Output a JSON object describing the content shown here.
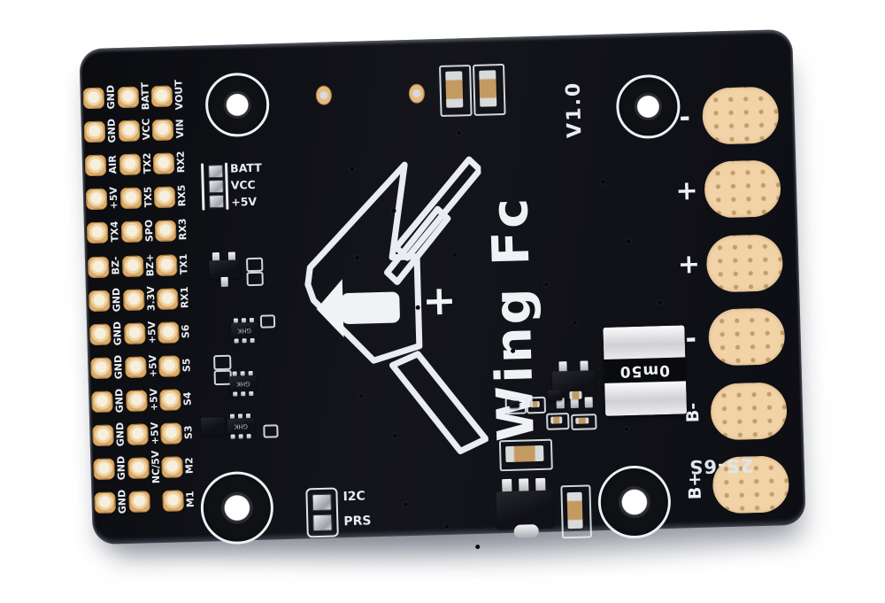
{
  "product": {
    "name": "Wing Fc",
    "version": "V1.0",
    "battery_range": "2S-6S",
    "shunt_marking": "0m50",
    "logo_plus": "+",
    "chip_marking": "GHK"
  },
  "left_pin_grid": {
    "rows": [
      [
        "GND",
        "BATT",
        "VOUT"
      ],
      [
        "GND",
        "VCC",
        "VIN"
      ],
      [
        "AIR",
        "TX2",
        "RX2"
      ],
      [
        "+5V",
        "TX5",
        "RX5"
      ],
      [
        "TX4",
        "SPO",
        "RX3"
      ],
      [
        "BZ-",
        "BZ+",
        "TX1"
      ],
      [
        "GND",
        "3.3V",
        "RX1"
      ],
      [
        "GND",
        "+5V",
        "S6"
      ],
      [
        "GND",
        "+5V",
        "S5"
      ],
      [
        "GND",
        "+5V",
        "S4"
      ],
      [
        "GND",
        "+5V",
        "S3"
      ],
      [
        "GND",
        "NC/5V",
        "M2"
      ],
      [
        "GND",
        "",
        "M1"
      ]
    ]
  },
  "voltage_jumper": {
    "labels": [
      "BATT",
      "VCC",
      "+5V"
    ]
  },
  "bottom_jumper": {
    "labels": [
      "I2C",
      "PRS"
    ]
  },
  "power_pads": [
    "-",
    "+",
    "+",
    "-",
    "B-",
    "B+"
  ],
  "colors": {
    "board": "#0e0f14",
    "silkscreen": "#e9edf2",
    "pin_pad_gold": "#dcaa6b",
    "power_pad": "#f2d3a8",
    "background": "#ffffff"
  }
}
